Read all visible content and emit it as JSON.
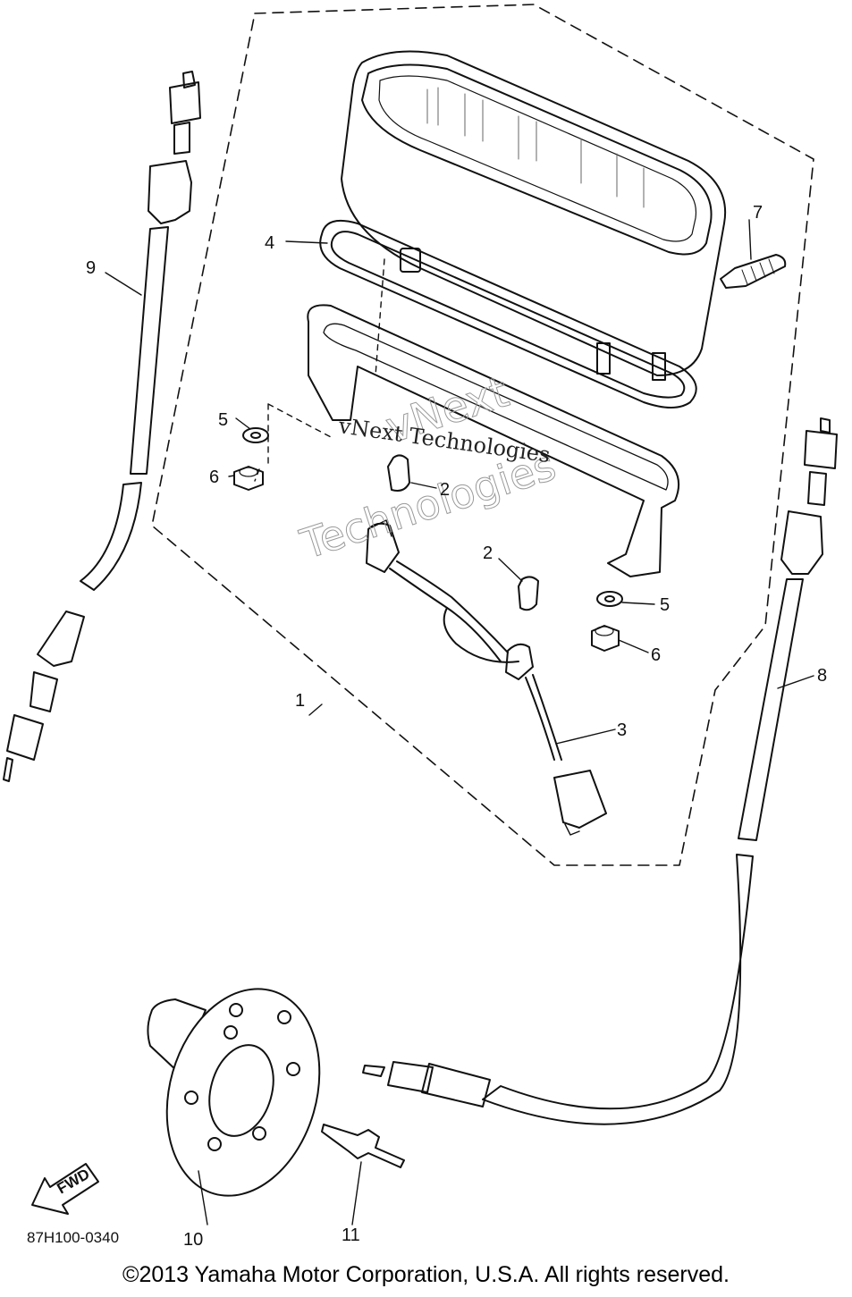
{
  "callouts": {
    "c1": "1",
    "c2a": "2",
    "c2b": "2",
    "c3": "3",
    "c4": "4",
    "c5a": "5",
    "c5b": "5",
    "c6a": "6",
    "c6b": "6",
    "c7": "7",
    "c8": "8",
    "c9": "9",
    "c10": "10",
    "c11": "11"
  },
  "diagram_code": "87H100-0340",
  "fwd_label": "FWD",
  "watermark": {
    "line1": "vNext",
    "line2": "Technologies",
    "line3": "vNext Technologies"
  },
  "copyright": "©2013 Yamaha Motor Corporation, U.S.A. All rights reserved."
}
